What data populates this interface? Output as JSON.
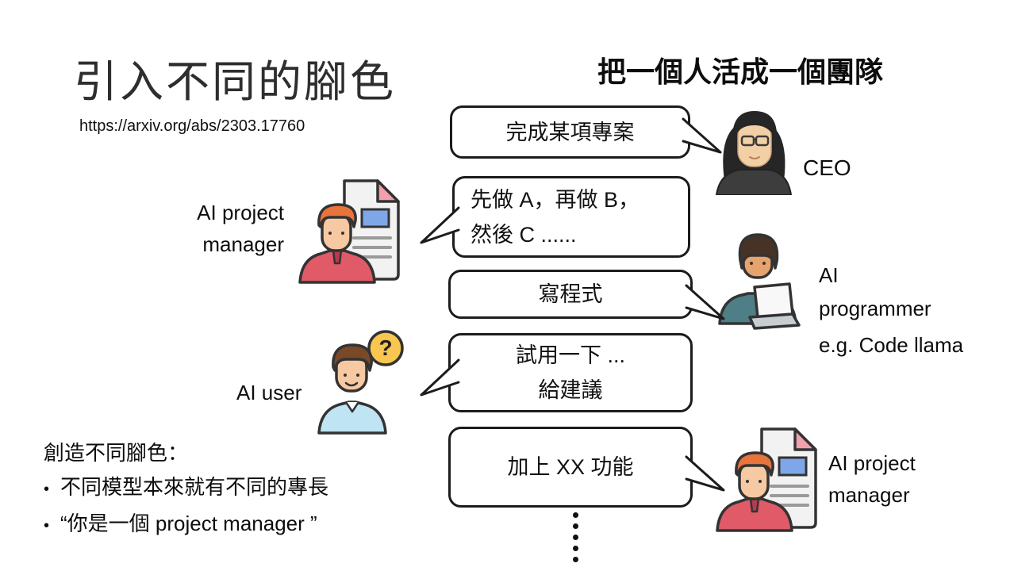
{
  "slide": {
    "title": "引入不同的腳色",
    "paper_url": "https://arxiv.org/abs/2303.17760",
    "headline": "把一個人活成一個團隊",
    "bubbles": [
      {
        "lines": [
          "完成某項專案"
        ]
      },
      {
        "lines": [
          "先做 A，再做 B，",
          "然後 C ......"
        ]
      },
      {
        "lines": [
          "寫程式"
        ]
      },
      {
        "lines": [
          "試用一下 ...",
          "給建議"
        ]
      },
      {
        "lines": [
          "加上 XX 功能"
        ]
      }
    ],
    "roles": {
      "ceo": {
        "label": "CEO"
      },
      "pm_top": {
        "label_lines": [
          "AI project",
          "manager"
        ]
      },
      "user": {
        "label": "AI user"
      },
      "programmer": {
        "label_lines": [
          "AI",
          "programmer"
        ],
        "example": "e.g. Code llama"
      },
      "pm_bottom": {
        "label_lines": [
          "AI project",
          "manager"
        ]
      }
    },
    "notes": {
      "heading": "創造不同腳色：",
      "bullets": [
        {
          "marker": "•",
          "text": "不同模型本來就有不同的專長"
        },
        {
          "marker": "•",
          "text": "“你是一個 project manager ”"
        }
      ]
    },
    "icons": {
      "question_mark": "?"
    }
  }
}
